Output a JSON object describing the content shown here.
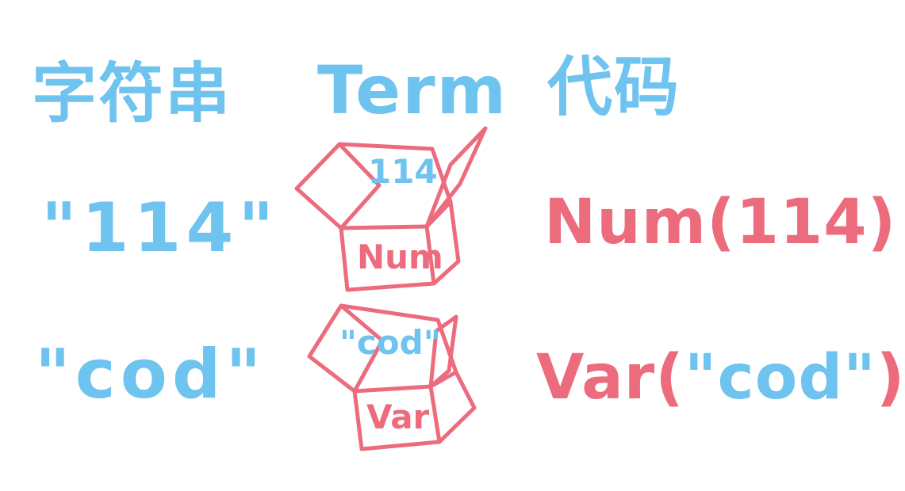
{
  "headers": {
    "string": "字符串",
    "term": "Term",
    "code": "代码"
  },
  "rows": [
    {
      "string_literal": "\"114\"",
      "box_contents": "114",
      "box_label": "Num",
      "code_constructor": "Num(",
      "code_argument": "114",
      "code_close": ")"
    },
    {
      "string_literal": "\"cod\"",
      "box_contents": "\"cod\"",
      "box_label": "Var",
      "code_constructor": "Var(",
      "code_argument": "\"cod\"",
      "code_close": ")"
    }
  ],
  "colors": {
    "blue": "#6EC3EF",
    "red": "#EC6B7D"
  }
}
